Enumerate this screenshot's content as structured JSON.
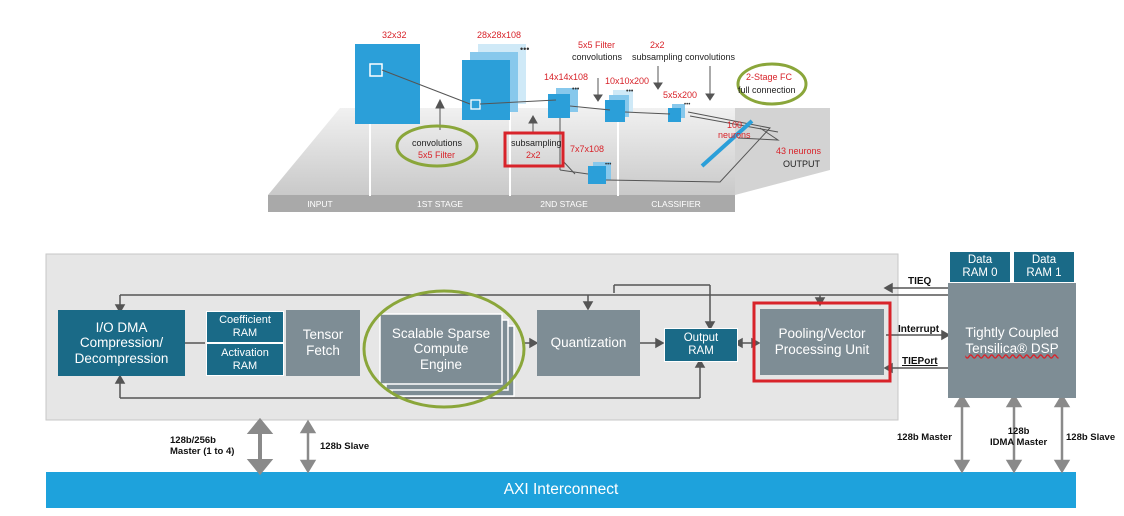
{
  "cnn": {
    "dims": {
      "input": "32x32",
      "stage1_maps": "28x28x108",
      "sub1": "14x14x108",
      "conv2": "10x10x200",
      "sub2": "5x5x200",
      "sub2b": "7x7x108"
    },
    "annotations": {
      "conv_label": "convolutions",
      "conv_filter": "5x5 Filter",
      "subsampling_label": "subsampling",
      "subsampling_size": "2x2",
      "filter2_size": "5x5 Filter",
      "filter2_label": "convolutions",
      "sub2_size": "2x2",
      "sub2_label": "subsampling convolutions",
      "fc_stage": "2-Stage FC",
      "fc_label": "full connection",
      "neurons_100": "100",
      "neurons_word": "neurons",
      "output_count": "43 neurons",
      "output_label": "OUTPUT"
    },
    "stages": [
      "INPUT",
      "1ST STAGE",
      "2ND STAGE",
      "CLASSIFIER"
    ]
  },
  "block": {
    "io_dma": [
      "I/O DMA",
      "Compression/",
      "Decompression"
    ],
    "coeff_ram": [
      "Coefficient",
      "RAM"
    ],
    "act_ram": [
      "Activation",
      "RAM"
    ],
    "tensor_fetch": [
      "Tensor",
      "Fetch"
    ],
    "sparse_engine": [
      "Scalable Sparse",
      "Compute",
      "Engine"
    ],
    "quantization": "Quantization",
    "output_ram": [
      "Output",
      "RAM"
    ],
    "pooling": [
      "Pooling/Vector",
      "Processing Unit"
    ],
    "dsp": [
      "Tightly Coupled",
      "Tensilica® DSP"
    ],
    "data_ram0": [
      "Data",
      "RAM 0"
    ],
    "data_ram1": [
      "Data",
      "RAM 1"
    ],
    "tieq": "TIEQ",
    "interrupt": "Interrupt",
    "tieport": "TIEPort",
    "master_left": [
      "128b/256b",
      "Master (1 to 4)"
    ],
    "slave_left": "128b Slave",
    "master_right": "128b Master",
    "idma_master": [
      "128b",
      "IDMA Master"
    ],
    "slave_right": "128b Slave",
    "axi": "AXI Interconnect"
  },
  "colors": {
    "dark_blue": "#1a6a87",
    "gray_box": "#7e8d95",
    "axi_blue": "#1ea2dc",
    "highlight_green": "#8aa63a",
    "highlight_red": "#d8232a",
    "dimension_red": "#d8232a"
  }
}
